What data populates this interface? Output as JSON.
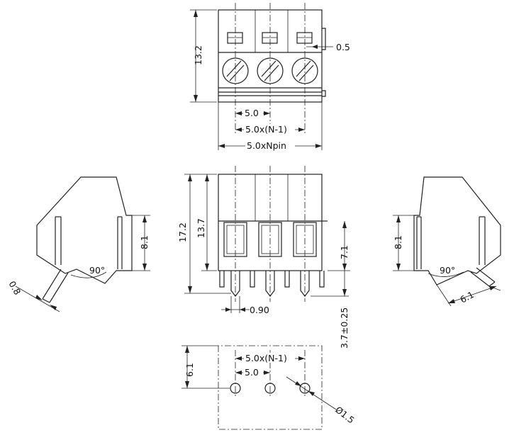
{
  "dimensions": {
    "top_height": "13.2",
    "top_offset": "0.5",
    "top_pitch": "5.0",
    "top_span": "5.0x(N-1)",
    "top_total": "5.0xNpin",
    "front_total_height": "17.2",
    "front_body_height": "13.7",
    "front_opening_height": "7.1",
    "front_pin_width": "0.90",
    "front_pin_length": "3.7±0.25",
    "left_thickness": "0.8",
    "left_angle": "90°",
    "left_height": "8.1",
    "right_height": "8.1",
    "right_angle": "90°",
    "right_length": "6.1",
    "pcb_offset": "6.1",
    "pcb_span": "5.0x(N-1)",
    "pcb_pitch": "5.0",
    "pcb_hole": "Ø1.5"
  }
}
